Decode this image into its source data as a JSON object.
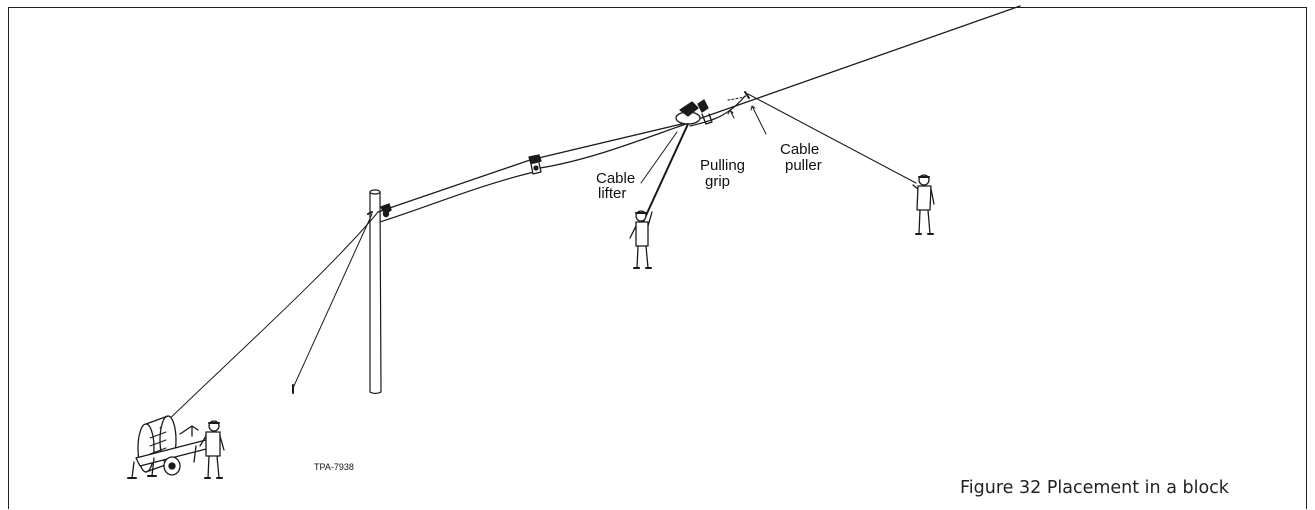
{
  "labels": {
    "cable_lifter": [
      "Cable",
      "lifter"
    ],
    "pulling_grip": [
      "Pulling",
      "grip"
    ],
    "cable_puller": [
      "Cable",
      "puller"
    ]
  },
  "drawing_code": "TPA-7938",
  "caption": "Figure 32  Placement in a block",
  "colors": {
    "line": "#1a1a1a",
    "frame": "#222222",
    "background": "#ffffff"
  }
}
